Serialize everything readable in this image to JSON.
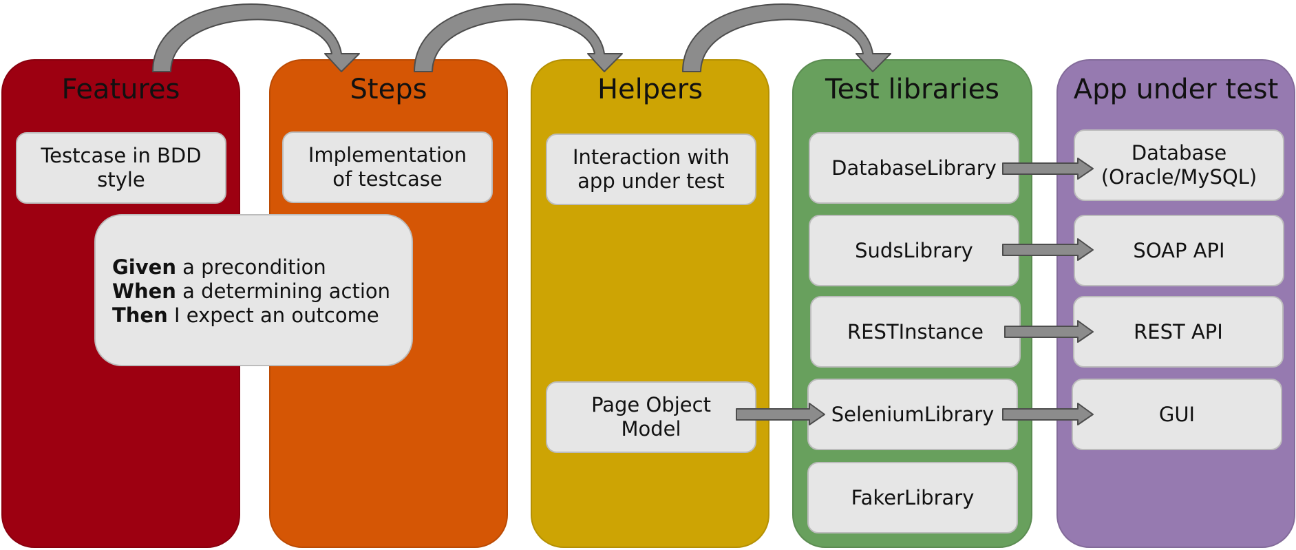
{
  "colors": {
    "features": "#9d0011",
    "steps": "#d55605",
    "helpers": "#cda404",
    "test_libraries": "#68a05d",
    "app_under_test": "#967ab0",
    "box_fill": "#e6e6e6",
    "arrow_fill": "#8c8c8c"
  },
  "columns": {
    "features": {
      "title": "Features",
      "box": "Testcase in BDD\nstyle"
    },
    "steps": {
      "title": "Steps",
      "box": "Implementation\nof testcase"
    },
    "helpers": {
      "title": "Helpers",
      "box1": "Interaction with\napp under test",
      "box2": "Page Object\nModel"
    },
    "test_libraries": {
      "title": "Test libraries",
      "items": [
        "DatabaseLibrary",
        "SudsLibrary",
        "RESTInstance",
        "SeleniumLibrary",
        "FakerLibrary"
      ]
    },
    "app_under_test": {
      "title": "App under test",
      "items": [
        "Database\n(Oracle/MySQL)",
        "SOAP API",
        "REST API",
        "GUI"
      ]
    }
  },
  "bdd": {
    "given_kw": "Given",
    "given_text": " a precondition",
    "when_kw": "When",
    "when_text": " a determining action",
    "then_kw": "Then",
    "then_text": " I expect an outcome"
  }
}
